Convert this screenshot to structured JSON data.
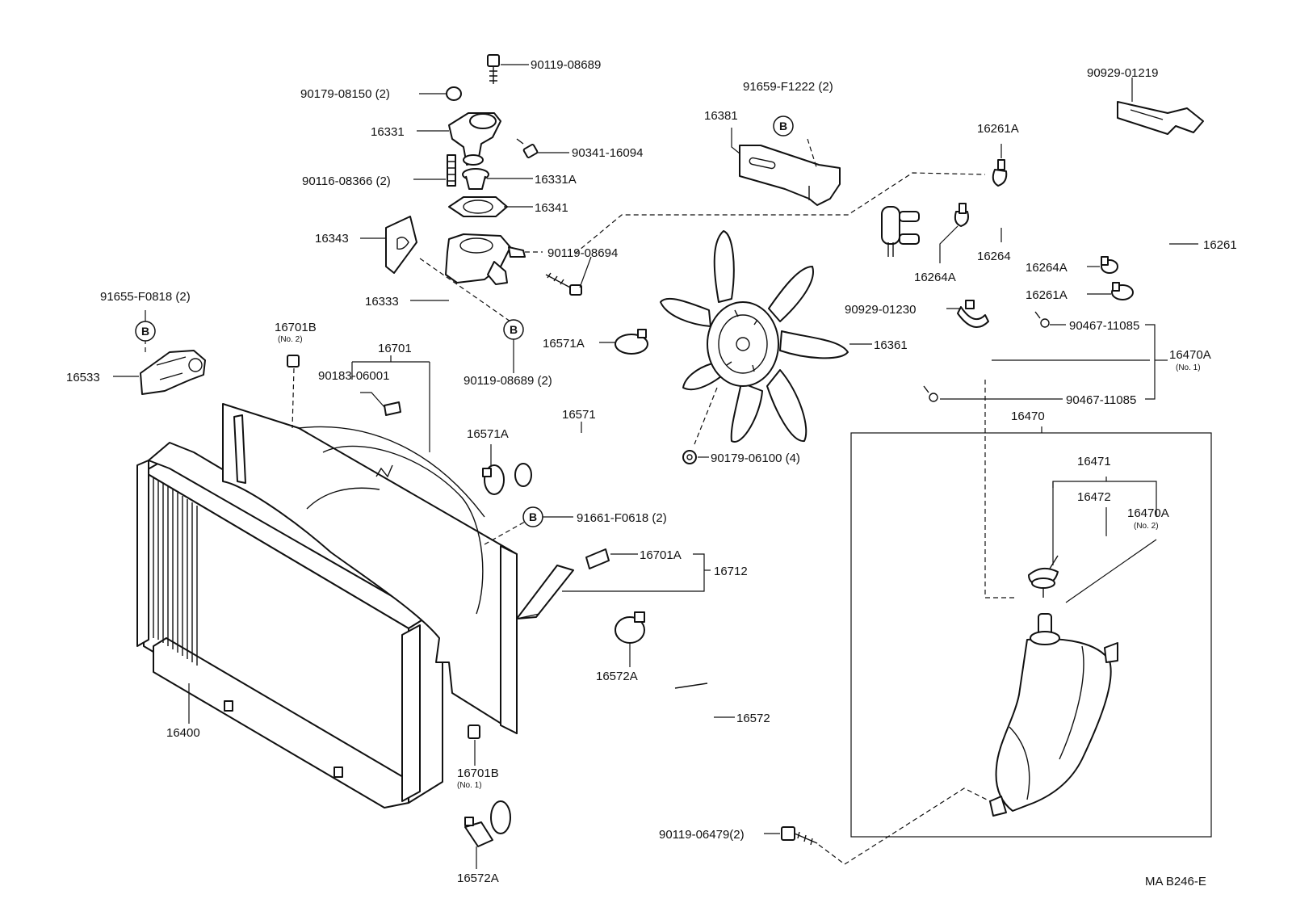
{
  "labels": {
    "p90119_08689_top": "90119-08689",
    "p90179_08150": "90179-08150 (2)",
    "p16331": "16331",
    "p90341_16094": "90341-16094",
    "p90116_08366": "90116-08366 (2)",
    "p16331A": "16331A",
    "p16341": "16341",
    "p16343": "16343",
    "p90119_08694": "90119-08694",
    "p16333": "16333",
    "p90119_08689_2": "90119-08689 (2)",
    "p91659": "91659-F1222 (2)",
    "p16381": "16381",
    "p90929_01219": "90929-01219",
    "p16261A_top": "16261A",
    "p16264": "16264",
    "p16264A_left": "16264A",
    "p16264A_right": "16264A",
    "p16261": "16261",
    "p16261A_low": "16261A",
    "p90929_01230": "90929-01230",
    "p90467_11085_top": "90467-11085",
    "p16470A_no1": "16470A",
    "p16470A_no1_sub": "(No. 1)",
    "p90467_11085_low": "90467-11085",
    "p16470": "16470",
    "p16471": "16471",
    "p16472": "16472",
    "p16470A_no2": "16470A",
    "p16470A_no2_sub": "(No. 2)",
    "p16361": "16361",
    "p91655": "91655-F0818 (2)",
    "p16533": "16533",
    "p16701B_top": "16701B",
    "p16701B_top_sub": "(No. 2)",
    "p16701": "16701",
    "p90183": "90183-06001",
    "p16571A_top": "16571A",
    "p16571": "16571",
    "p16571A_low": "16571A",
    "p90179_06100": "90179-06100 (4)",
    "p91661": "91661-F0618 (2)",
    "p16701A": "16701A",
    "p16712": "16712",
    "p16572A_mid": "16572A",
    "p16572": "16572",
    "p16400": "16400",
    "p16701B_low": "16701B",
    "p16701B_low_sub": "(No. 1)",
    "p16572A_low": "16572A",
    "p90119_06479": "90119-06479(2)",
    "drawing_code": "MA B246-E",
    "callout_B": "B"
  }
}
